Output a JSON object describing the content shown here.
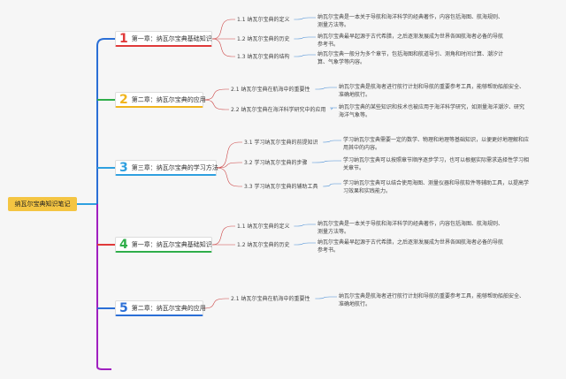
{
  "root": {
    "label": "纳瓦尔宝典知识笔记"
  },
  "colors": {
    "c1": "#e03a3a",
    "c2": "#f0b51d",
    "c3": "#2fa0e0",
    "c4": "#2fae4a",
    "c5": "#2b6fd6",
    "root": "#f4c542"
  },
  "chapters": [
    {
      "num": "1",
      "title": "第一章：纳瓦尔宝典基础知识",
      "subs": [
        {
          "label": "1.1 纳瓦尔宝典的定义",
          "lines": [
            "纳瓦尔宝典是一本关于导航和海洋科学的经典著作，内容包括海图、航海规则、",
            "测量方法等。"
          ]
        },
        {
          "label": "1.2 纳瓦尔宝典的历史",
          "lines": [
            "纳瓦尔宝典最早起源于古代希腊，之后逐渐发展成为世界各国航海者必备的导航",
            "参考书。"
          ]
        },
        {
          "label": "1.3 纳瓦尔宝典的结构",
          "lines": [
            "纳瓦尔宝典一般分为多个章节，包括海图和航道导引、测角和时间计算、潮汐计",
            "算、气象学等内容。"
          ]
        }
      ]
    },
    {
      "num": "2",
      "title": "第二章：纳瓦尔宝典的应用",
      "subs": [
        {
          "label": "2.1 纳瓦尔宝典在航海中的重要性",
          "lines": [
            "纳瓦尔宝典是航海者进行航行计划和导航的重要参考工具，能够帮助船舶安全、",
            "准确地航行。"
          ]
        },
        {
          "label": "2.2 纳瓦尔宝典在海洋科学研究中的应用",
          "lines": [
            "纳瓦尔宝典的某些知识和技术也被应用于海洋科学研究，如测量海洋潮汐、研究",
            "海洋气象等。"
          ]
        }
      ]
    },
    {
      "num": "3",
      "title": "第三章：纳瓦尔宝典的学习方法",
      "subs": [
        {
          "label": "3.1 学习纳瓦尔宝典的前提知识",
          "lines": [
            "学习纳瓦尔宝典需要一定的数学、物理和地理等基础知识，以便更好地理解和应",
            "用其中的内容。"
          ]
        },
        {
          "label": "3.2 学习纳瓦尔宝典的步骤",
          "lines": [
            "学习纳瓦尔宝典可以按照章节顺序逐步学习，也可以根据实际需求选择性学习相",
            "关章节。"
          ]
        },
        {
          "label": "3.3 学习纳瓦尔宝典的辅助工具",
          "lines": [
            "学习纳瓦尔宝典可以结合使用海图、测量仪器和导航软件等辅助工具，以提高学",
            "习效果和实践能力。"
          ]
        }
      ]
    },
    {
      "num": "4",
      "title": "第一章：纳瓦尔宝典基础知识",
      "subs": [
        {
          "label": "1.1 纳瓦尔宝典的定义",
          "lines": [
            "纳瓦尔宝典是一本关于导航和海洋科学的经典著作，内容包括海图、航海规则、",
            "测量方法等。"
          ]
        },
        {
          "label": "1.2 纳瓦尔宝典的历史",
          "lines": [
            "纳瓦尔宝典最早起源于古代希腊，之后逐渐发展成为世界各国航海者必备的导航",
            "参考书。"
          ]
        }
      ]
    },
    {
      "num": "5",
      "title": "第二章：纳瓦尔宝典的应用",
      "subs": [
        {
          "label": "2.1 纳瓦尔宝典在航海中的重要性",
          "lines": [
            "纳瓦尔宝典是航海者进行航行计划和导航的重要参考工具，能够帮助船舶安全、",
            "准确地航行。"
          ]
        }
      ]
    }
  ]
}
